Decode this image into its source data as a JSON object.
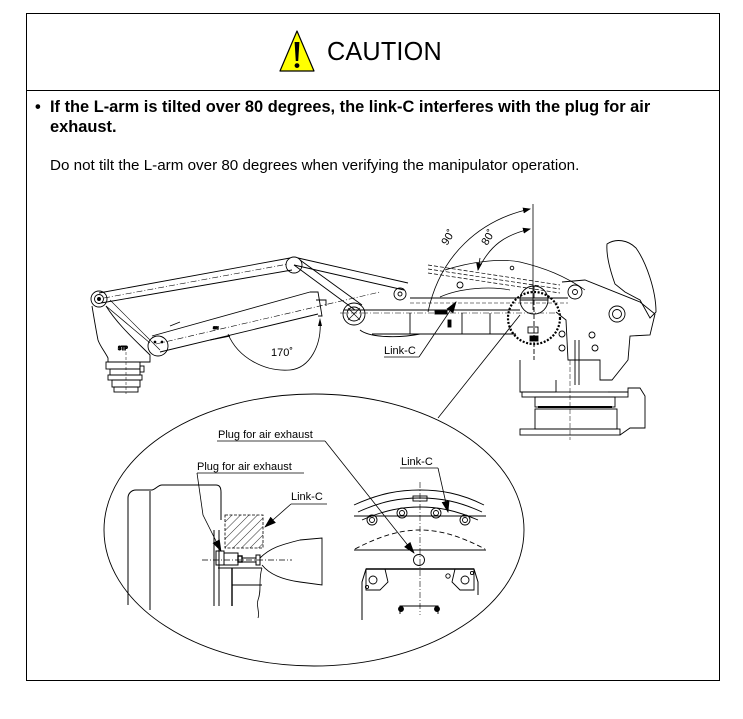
{
  "caution": {
    "title": "CAUTION",
    "icon": "warning-triangle-icon",
    "icon_color": "#ffff00",
    "bullet": "•",
    "warning_text": "If the L-arm is tilted over 80 degrees, the link-C interferes with the plug for air exhaust.",
    "instruction_text": "Do not tilt the L-arm over 80 degrees when verifying the manipulator operation."
  },
  "diagram": {
    "angle_labels": {
      "max_tilt": "90˚",
      "limit_tilt": "80˚",
      "wrist_rotation": "170˚"
    },
    "labels": {
      "link_c_main": "Link-C",
      "plug_upper": "Plug for air exhaust",
      "plug_lower": "Plug for air exhaust",
      "link_c_side": "Link-C",
      "link_c_front": "Link-C"
    }
  }
}
